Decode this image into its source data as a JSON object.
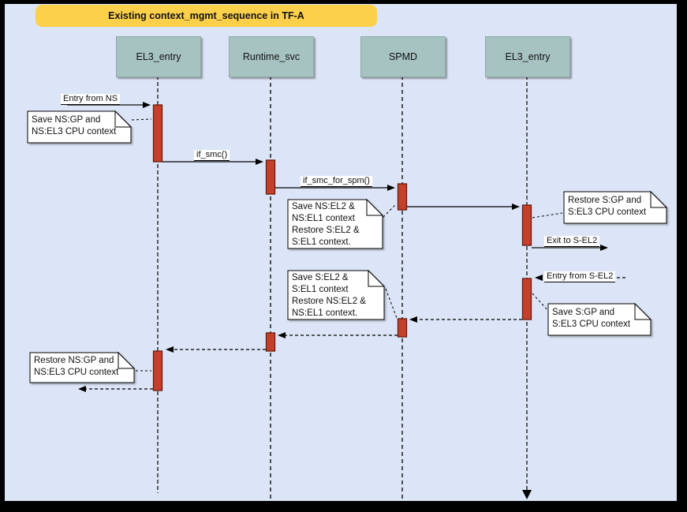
{
  "title": "Existing context_mgmt_sequence in TF-A",
  "lifelines": [
    {
      "label": "EL3_entry"
    },
    {
      "label": "Runtime_svc"
    },
    {
      "label": "SPMD"
    },
    {
      "label": "EL3_entry"
    }
  ],
  "messages": {
    "entry_from_ns": "Entry from NS",
    "if_smc": "if_smc()",
    "if_smc_for_spm": "if_smc_for_spm()",
    "exit_to_s_el2": "Exit to S-EL2",
    "entry_from_s_el2": "Entry from S-EL2"
  },
  "notes": {
    "save_ns_ctx": "Save NS:GP and\nNS:EL3 CPU context",
    "spmd_save_ns": "Save NS:EL2 &\nNS:EL1 context\nRestore S:EL2 &\nS:EL1 context.",
    "restore_s_ctx": "Restore S:GP and\nS:EL3 CPU context",
    "save_s_ctx": "Save S:GP and\nS:EL3 CPU context",
    "spmd_save_s": "Save S:EL2 &\nS:EL1 context\nRestore NS:EL2 &\nNS:EL1 context.",
    "restore_ns_ctx": "Restore NS:GP and\nNS:EL3 CPU context"
  },
  "colors": {
    "canvas_bg": "#dce5f7",
    "title_bg": "#fcd04b",
    "lifeline_box": "#a6c3c1",
    "activation_bar": "#c5402c",
    "note_bg": "#ffffff"
  }
}
